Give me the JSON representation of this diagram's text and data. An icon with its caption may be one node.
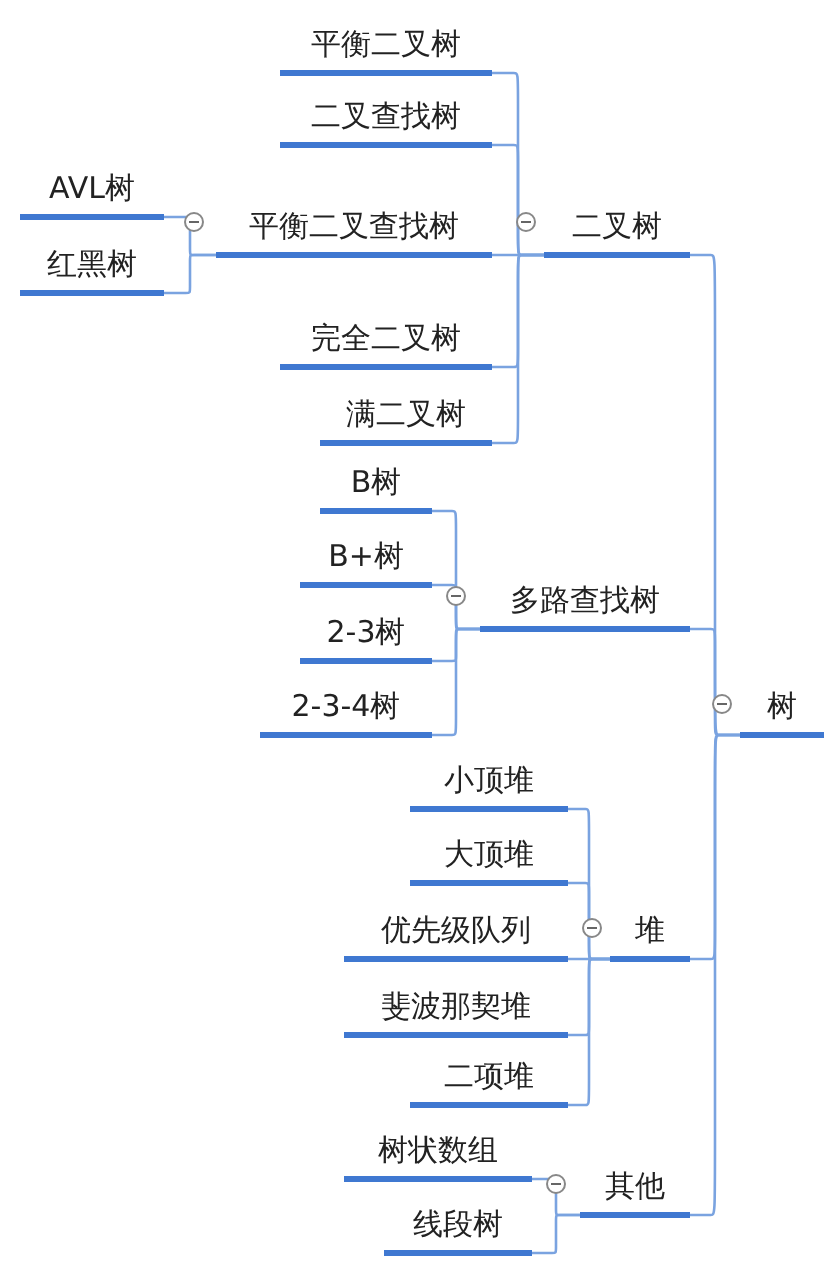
{
  "diagram": {
    "nodes": [
      {
        "text": [
          "树"
        ]
      },
      {
        "text": [
          "二叉树"
        ]
      },
      {
        "text": [
          "平衡二叉树"
        ]
      },
      {
        "text": [
          "二叉查找树"
        ]
      },
      {
        "text": [
          "平衡二叉查找树"
        ]
      },
      {
        "text": [
          "AVL树"
        ]
      },
      {
        "text": [
          "红黑树"
        ]
      },
      {
        "text": [
          "完全二叉树"
        ]
      },
      {
        "text": [
          "满二叉树"
        ]
      },
      {
        "text": [
          "多路查找树"
        ]
      },
      {
        "text": [
          "B树"
        ]
      },
      {
        "text": [
          "B+树"
        ]
      },
      {
        "text": [
          "2-3树"
        ]
      },
      {
        "text": [
          "2-3-4树"
        ]
      },
      {
        "text": [
          "堆"
        ]
      },
      {
        "text": [
          "小顶堆"
        ]
      },
      {
        "text": [
          "大顶堆"
        ]
      },
      {
        "text": [
          "优先级队列"
        ]
      },
      {
        "text": [
          "斐波那契堆"
        ]
      },
      {
        "text": [
          "二项堆"
        ]
      },
      {
        "text": [
          "其他"
        ]
      },
      {
        "text": [
          "树状数组"
        ]
      },
      {
        "text": [
          "线段树"
        ]
      }
    ],
    "edges": [
      {
        "from": 0,
        "to": 1,
        "arrow": "none"
      },
      {
        "from": 0,
        "to": 9,
        "arrow": "none"
      },
      {
        "from": 0,
        "to": 14,
        "arrow": "none"
      },
      {
        "from": 0,
        "to": 20,
        "arrow": "none"
      },
      {
        "from": 1,
        "to": 2,
        "arrow": "none"
      },
      {
        "from": 1,
        "to": 3,
        "arrow": "none"
      },
      {
        "from": 1,
        "to": 4,
        "arrow": "none"
      },
      {
        "from": 1,
        "to": 7,
        "arrow": "none"
      },
      {
        "from": 1,
        "to": 8,
        "arrow": "none"
      },
      {
        "from": 4,
        "to": 5,
        "arrow": "none"
      },
      {
        "from": 4,
        "to": 6,
        "arrow": "none"
      },
      {
        "from": 9,
        "to": 10,
        "arrow": "none"
      },
      {
        "from": 9,
        "to": 11,
        "arrow": "none"
      },
      {
        "from": 9,
        "to": 12,
        "arrow": "none"
      },
      {
        "from": 9,
        "to": 13,
        "arrow": "none"
      },
      {
        "from": 14,
        "to": 15,
        "arrow": "none"
      },
      {
        "from": 14,
        "to": 16,
        "arrow": "none"
      },
      {
        "from": 14,
        "to": 17,
        "arrow": "none"
      },
      {
        "from": 14,
        "to": 18,
        "arrow": "none"
      },
      {
        "from": 14,
        "to": 19,
        "arrow": "none"
      },
      {
        "from": 20,
        "to": 21,
        "arrow": "none"
      },
      {
        "from": 20,
        "to": 22,
        "arrow": "none"
      }
    ]
  }
}
